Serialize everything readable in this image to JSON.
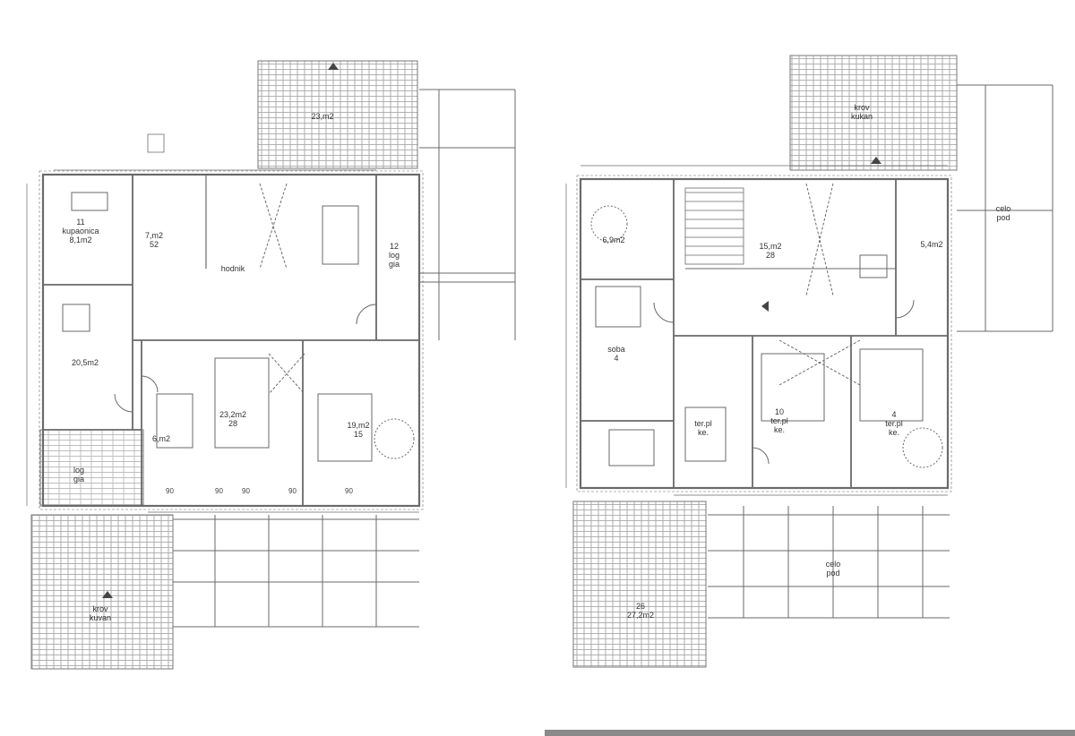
{
  "left_plan": {
    "rooms": [
      {
        "id": "l-kupaonica",
        "lines": [
          "11",
          "kupaonica",
          "8,1m2"
        ]
      },
      {
        "id": "l-dnevni",
        "lines": [
          "7,m2",
          "52"
        ]
      },
      {
        "id": "l-hodnik",
        "lines": [
          "hodnik"
        ]
      },
      {
        "id": "l-soba-ulaz",
        "lines": [
          "20,5m2"
        ]
      },
      {
        "id": "l-loggia-top",
        "lines": [
          "12",
          "log",
          "gia"
        ]
      },
      {
        "id": "l-roof-top",
        "lines": [
          "23,m2"
        ]
      },
      {
        "id": "l-soba-1",
        "lines": [
          "6,m2"
        ]
      },
      {
        "id": "l-soba-2",
        "lines": [
          "23,2m2",
          "28"
        ]
      },
      {
        "id": "l-soba-3",
        "lines": [
          "19,m2",
          "15"
        ]
      },
      {
        "id": "l-loggia-bottom",
        "lines": [
          "log",
          "gia"
        ]
      },
      {
        "id": "l-roof-bottom",
        "lines": [
          "krov",
          "kuvan"
        ]
      }
    ],
    "dims": [
      "90",
      "90",
      "90",
      "90",
      "90"
    ]
  },
  "right_plan": {
    "rooms": [
      {
        "id": "r-roof-top",
        "lines": [
          "krov",
          "kukan"
        ]
      },
      {
        "id": "r-celo-top",
        "lines": [
          "celo",
          "pod"
        ]
      },
      {
        "id": "r-room-a",
        "lines": [
          "6,9m2"
        ]
      },
      {
        "id": "r-room-b",
        "lines": [
          "15,m2",
          "28"
        ]
      },
      {
        "id": "r-room-c",
        "lines": [
          "5,4m2"
        ]
      },
      {
        "id": "r-soba-kut",
        "lines": [
          "soba",
          "4"
        ]
      },
      {
        "id": "r-room-d",
        "lines": [
          "ter.pl",
          "ke."
        ]
      },
      {
        "id": "r-room-e",
        "lines": [
          "10",
          "ter.pl",
          "ke."
        ]
      },
      {
        "id": "r-room-f",
        "lines": [
          "4",
          "ter.pl",
          "ke."
        ]
      },
      {
        "id": "r-celo-bottom",
        "lines": [
          "celo",
          "pod"
        ]
      },
      {
        "id": "r-roof-bottom",
        "lines": [
          "26",
          "27,2m2"
        ]
      }
    ]
  },
  "colors": {
    "line": "#6a6a6a",
    "hatch": "#9a9a9a",
    "bar": "#8a8a8a"
  }
}
